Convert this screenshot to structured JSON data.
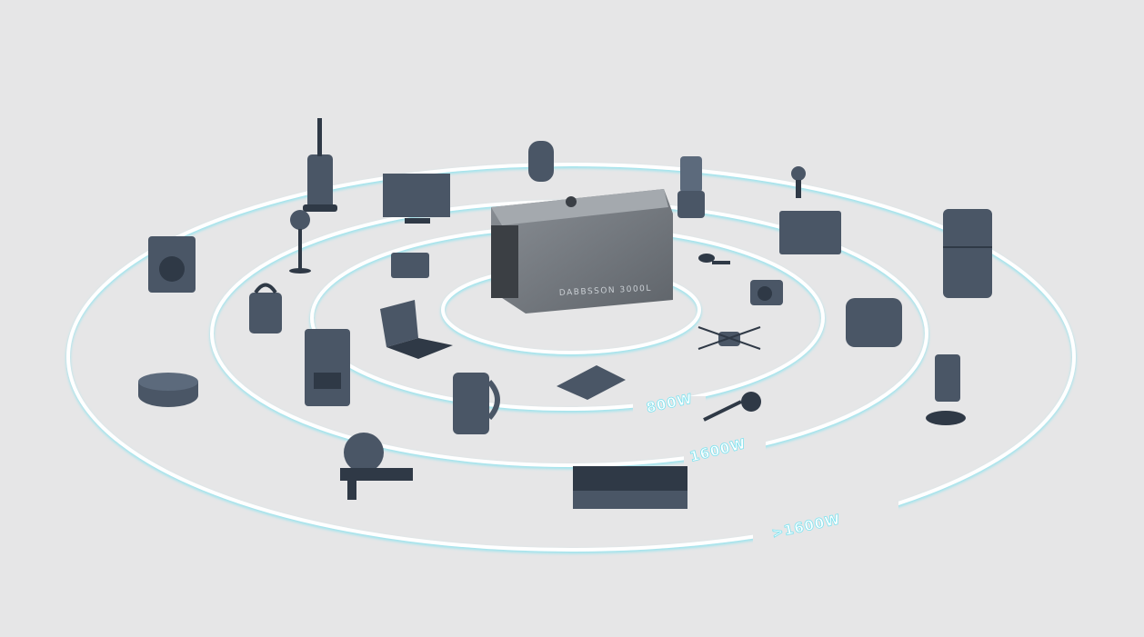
{
  "product": {
    "brand_label": "DABBSSON 3000L"
  },
  "rings": [
    {
      "label": "800W"
    },
    {
      "label": "1600W"
    },
    {
      "label": ">1600W"
    }
  ],
  "colors": {
    "background": "#e6e6e7",
    "ring": "#ffffff",
    "ring_glow": "#7fe3f0",
    "device": "#4a5666"
  }
}
